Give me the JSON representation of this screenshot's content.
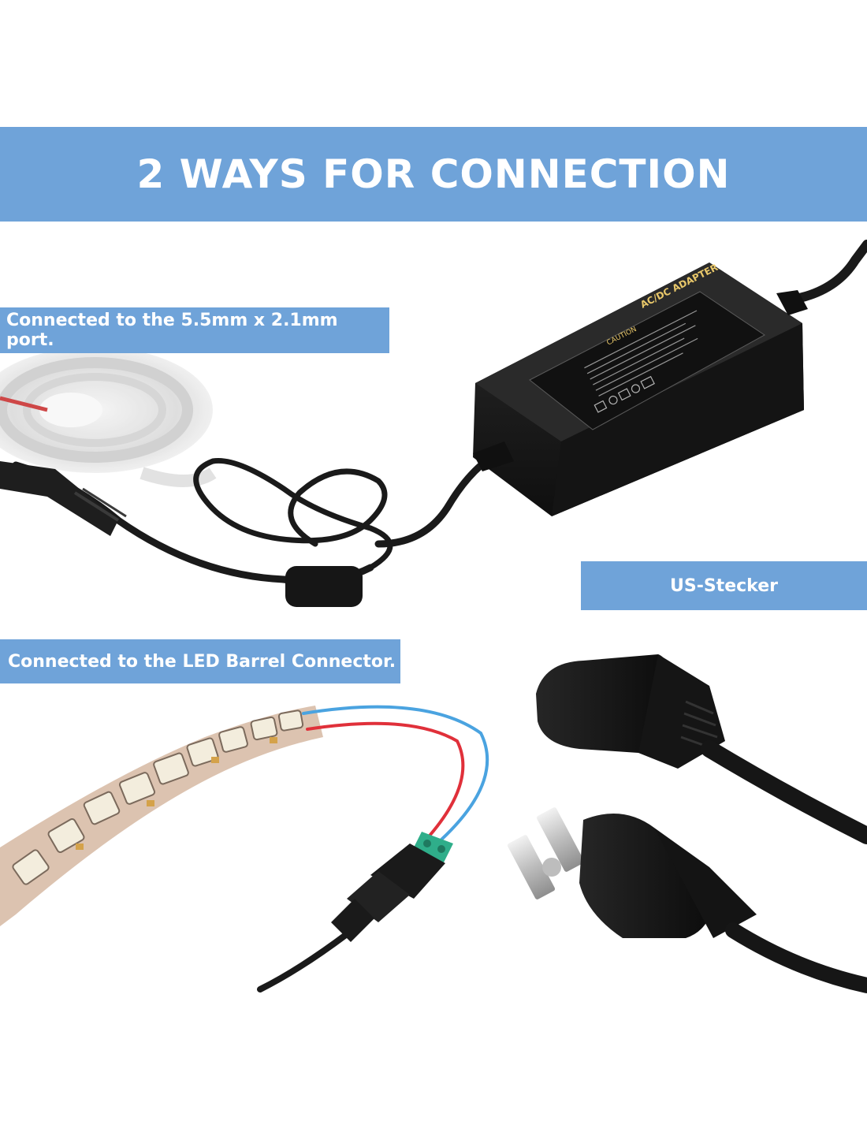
{
  "title": "2 WAYS FOR CONNECTION",
  "labels": {
    "port": "Connected to the 5.5mm x 2.1mm port.",
    "us_plug": "US-Stecker",
    "barrel": "Connected to the LED Barrel Connector."
  },
  "adapter": {
    "heading": "AC/DC ADAPTER",
    "caution": "CAUTION"
  },
  "colors": {
    "banner": "#6fa3d9",
    "banner_text": "#ffffff",
    "adapter_body": "#1b1b1b",
    "adapter_label": "#e9c86a",
    "wire_red": "#e0303a",
    "wire_blue": "#4aa3e0",
    "terminal_green": "#2fae8a",
    "led_strip": "#dcc3b0"
  }
}
